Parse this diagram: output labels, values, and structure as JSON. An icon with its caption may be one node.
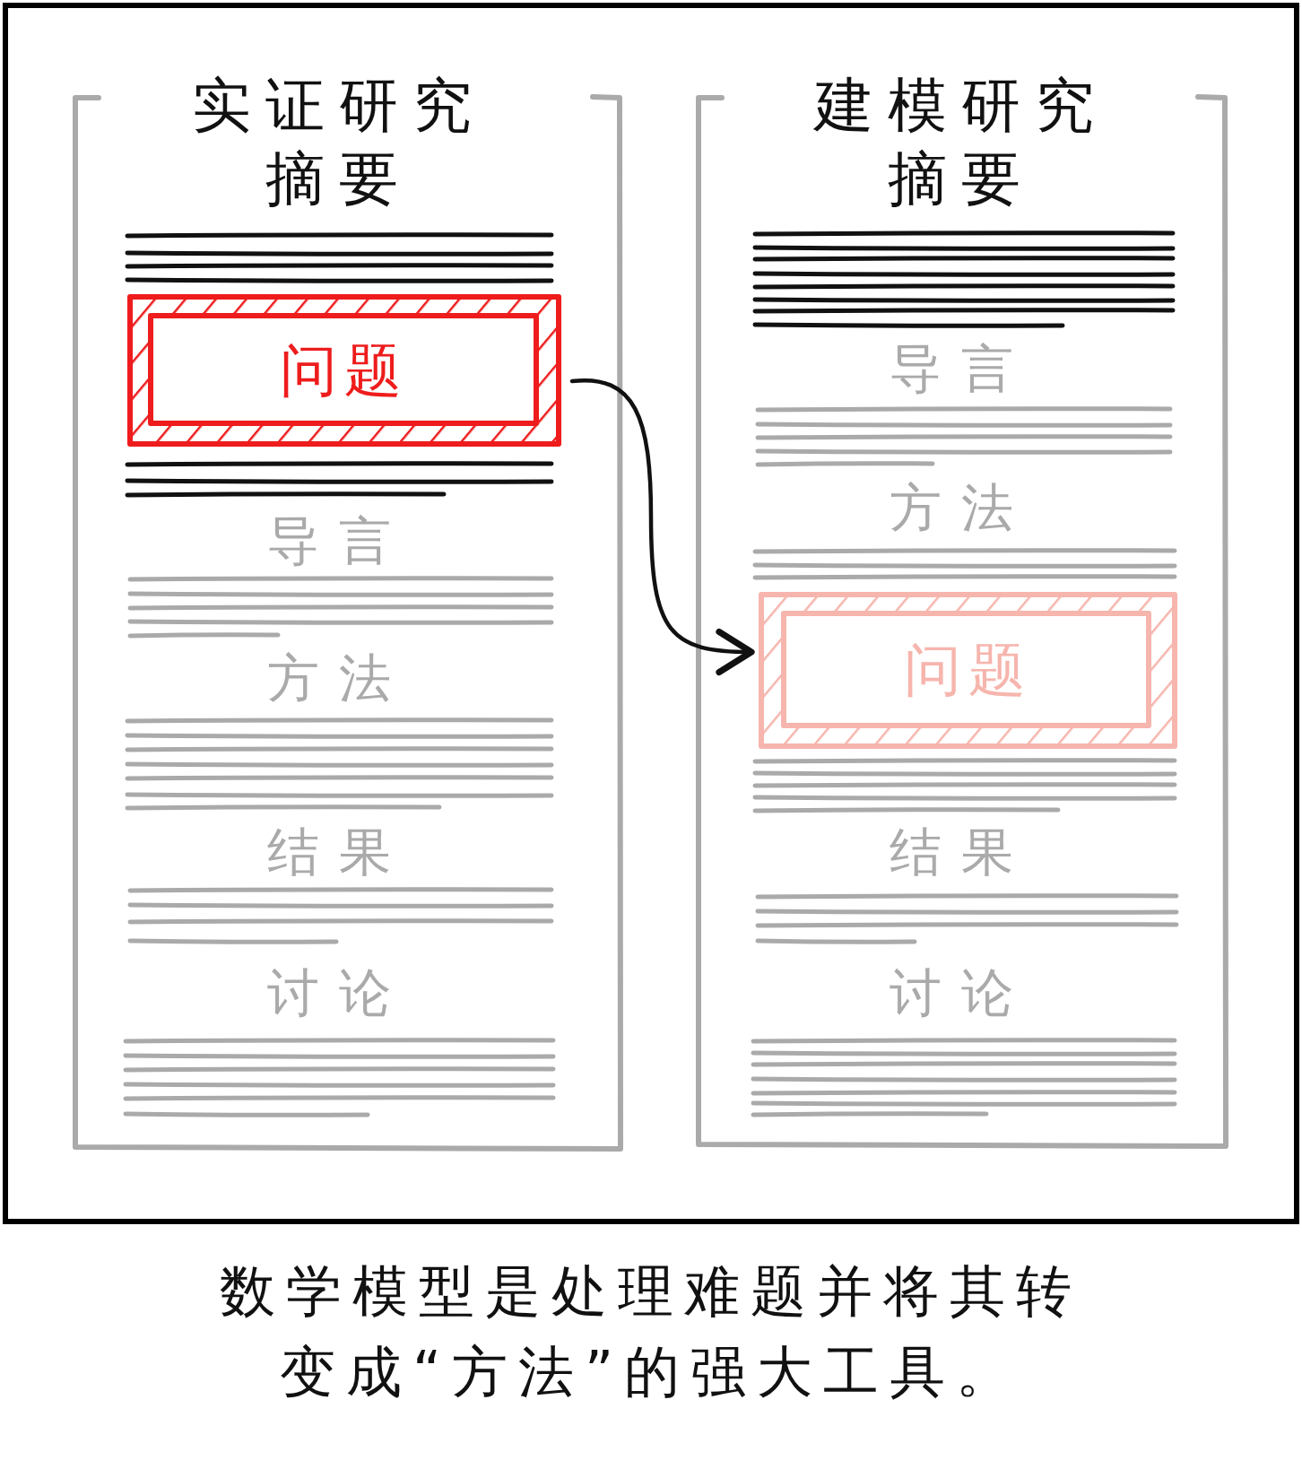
{
  "diagram": {
    "caption": "数学模型是处理难题并将其转变成“方法”的强大工具。",
    "nodes": [
      {
        "text": [
          "实证研究"
        ]
      },
      {
        "text": [
          "问题"
        ],
        "in": 0
      },
      {
        "text": [
          "建模研究"
        ]
      },
      {
        "text": [
          "问题"
        ],
        "in": 2
      }
    ],
    "edges": [
      {
        "from": 1,
        "to": 3,
        "arrow": "to"
      }
    ],
    "labels": [
      "摘要",
      "摘要",
      "导言",
      "导言",
      "方法",
      "方法",
      "结果",
      "结果",
      "讨论",
      "讨论"
    ]
  }
}
